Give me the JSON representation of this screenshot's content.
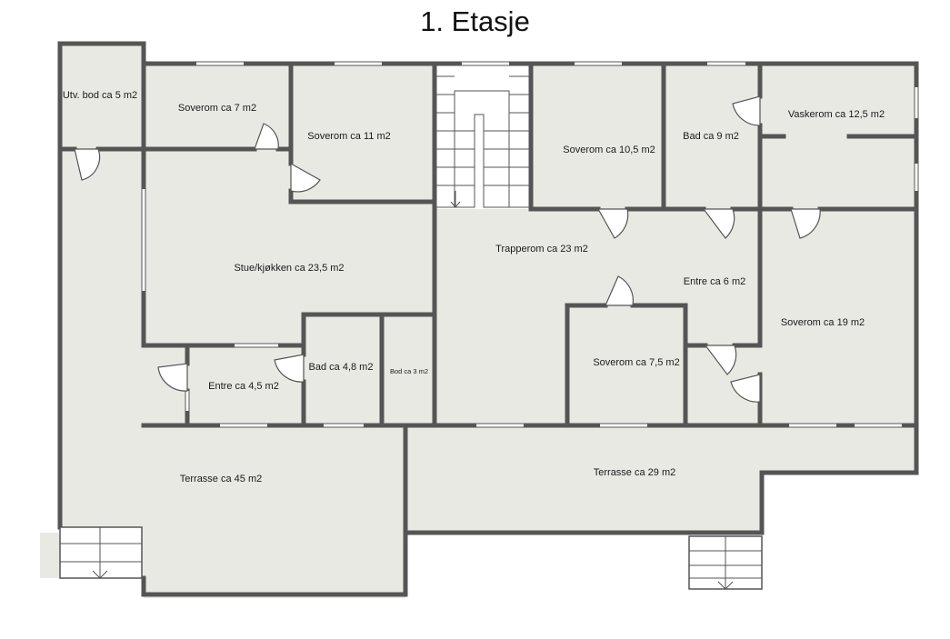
{
  "title": "1. Etasje",
  "colors": {
    "floor": "#e9e9e4",
    "wall": "#555555",
    "background": "#ffffff"
  },
  "rooms": [
    {
      "label": "Utv. bod ca 5 m2"
    },
    {
      "label": "Soverom ca 7 m2"
    },
    {
      "label": "Soverom ca 11 m2"
    },
    {
      "label": "Soverom ca 10,5 m2"
    },
    {
      "label": "Bad ca 9 m2"
    },
    {
      "label": "Vaskerom ca 12,5 m2"
    },
    {
      "label": "Stue/kjøkken ca 23,5 m2"
    },
    {
      "label": "Trapperom ca 23 m2"
    },
    {
      "label": "Entre ca 6 m2"
    },
    {
      "label": "Soverom ca 19 m2"
    },
    {
      "label": "Bad ca 4,8 m2"
    },
    {
      "label": "Bod ca 3 m2"
    },
    {
      "label": "Entre ca 4,5 m2"
    },
    {
      "label": "Soverom ca 7,5 m2"
    },
    {
      "label": "Terrasse ca 45 m2"
    },
    {
      "label": "Terrasse ca 29 m2"
    }
  ]
}
